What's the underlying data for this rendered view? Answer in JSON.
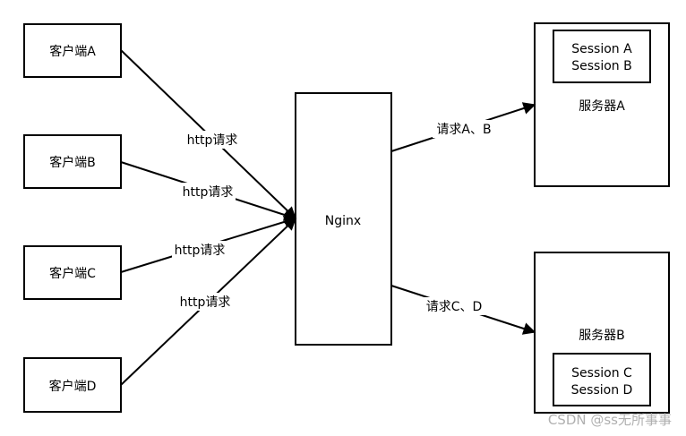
{
  "clients": {
    "a": "客户端A",
    "b": "客户端B",
    "c": "客户端C",
    "d": "客户端D"
  },
  "proxy": "Nginx",
  "servers": {
    "a": {
      "label": "服务器A",
      "sessions": [
        "Session A",
        "Session B"
      ]
    },
    "b": {
      "label": "服务器B",
      "sessions": [
        "Session C",
        "Session D"
      ]
    }
  },
  "edges": {
    "client_a": "http请求",
    "client_b": "http请求",
    "client_c": "http请求",
    "client_d": "http请求",
    "to_server_a": "请求A、B",
    "to_server_b": "请求C、D"
  },
  "watermark": "CSDN @ss无所事事"
}
